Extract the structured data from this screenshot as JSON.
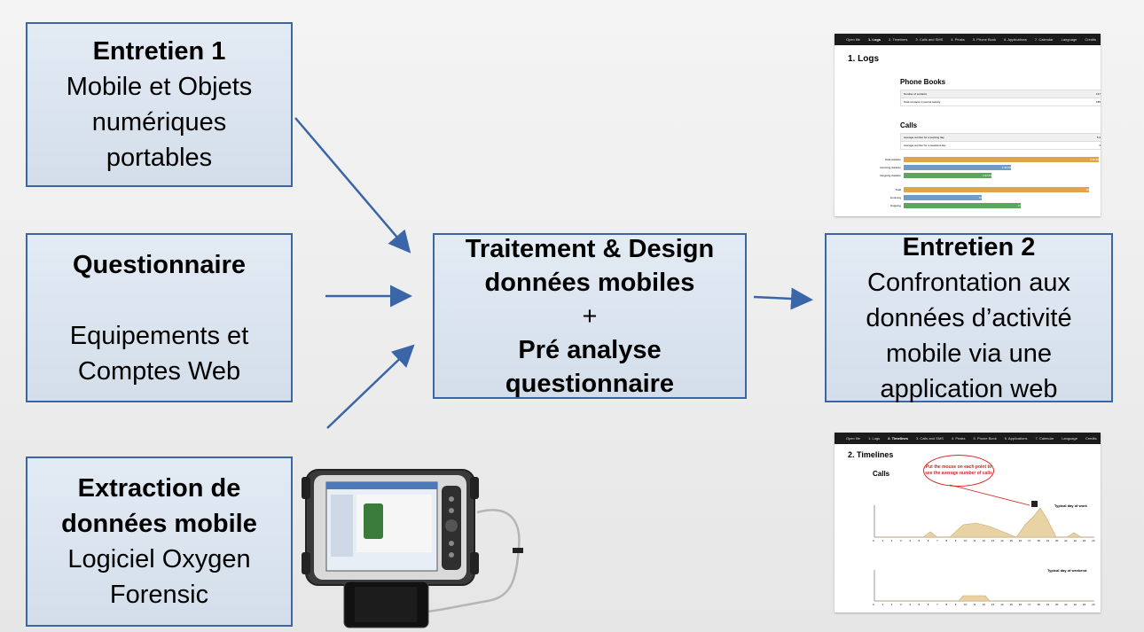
{
  "boxes": {
    "entretien1": {
      "title": "Entretien 1",
      "lines": [
        "Mobile et Objets",
        "numériques",
        "portables"
      ]
    },
    "questionnaire": {
      "title": "Questionnaire",
      "lines": [
        "Equipements et",
        "Comptes Web"
      ]
    },
    "extraction": {
      "title_lines": [
        "Extraction de",
        "données mobile"
      ],
      "lines": [
        "Logiciel Oxygen",
        "Forensic"
      ]
    },
    "center": {
      "title_lines": [
        "Traitement & Design",
        "données mobiles",
        "+",
        "Pré analyse",
        "questionnaire"
      ]
    },
    "entretien2": {
      "title": "Entretien 2",
      "lines": [
        "Confrontation aux",
        "données d’activité",
        "mobile via une",
        "application web"
      ]
    }
  },
  "colors": {
    "box_border": "#3a66a8",
    "arrow": "#3a66a8",
    "bar_orange": "#e0a44a",
    "bar_blue": "#6f9ccb",
    "bar_green": "#5aa65a",
    "bubble": "#d9231e"
  },
  "screenshot_logs": {
    "nav": [
      "Open file",
      "1. Logs",
      "2. Timelines",
      "3. Calls and SMS",
      "4. Peaks",
      "5. Phone Book",
      "6. Applications",
      "7. Calendar",
      "Language",
      "Credits"
    ],
    "title": "1. Logs",
    "phonebooks": {
      "title": "Phone Books",
      "rows": [
        [
          "Number of contacts",
          "137"
        ],
        [
          "Total contacts in journal activity",
          "185"
        ]
      ]
    },
    "calls": {
      "title": "Calls",
      "rows": [
        [
          "Average number for a working day",
          "5.4"
        ],
        [
          "Average number for a weekend day",
          "3"
        ]
      ],
      "duration_labels": [
        "Total duration",
        "Incoming duration",
        "Outgoing duration"
      ],
      "duration_values": [
        "3:25:38",
        "1:35:38",
        "1:03:45"
      ],
      "duration_fractions": [
        1.0,
        0.55,
        0.45
      ],
      "count_labels": [
        "Total",
        "Incoming",
        "Outgoing"
      ],
      "count_values": [
        "45",
        "18",
        "27"
      ],
      "count_fractions": [
        0.95,
        0.4,
        0.6
      ]
    }
  },
  "screenshot_timelines": {
    "nav": [
      "Open file",
      "1. Logs",
      "2. Timelines",
      "3. Calls and SMS",
      "4. Peaks",
      "5. Phone Book",
      "6. Applications",
      "7. Calendar",
      "Language",
      "Credits"
    ],
    "title": "2. Timelines",
    "subtitle": "Calls",
    "bubble": "Put the mouse on each point to see the average number of calls",
    "label_work": "Typical day of work",
    "label_weekend": "Typical day of weekend",
    "hours": [
      "0",
      "1",
      "2",
      "3",
      "4",
      "5",
      "6",
      "7",
      "8",
      "9",
      "10",
      "11",
      "12",
      "13",
      "14",
      "15",
      "16",
      "17",
      "18",
      "19",
      "20",
      "21",
      "22",
      "23",
      "24"
    ]
  }
}
